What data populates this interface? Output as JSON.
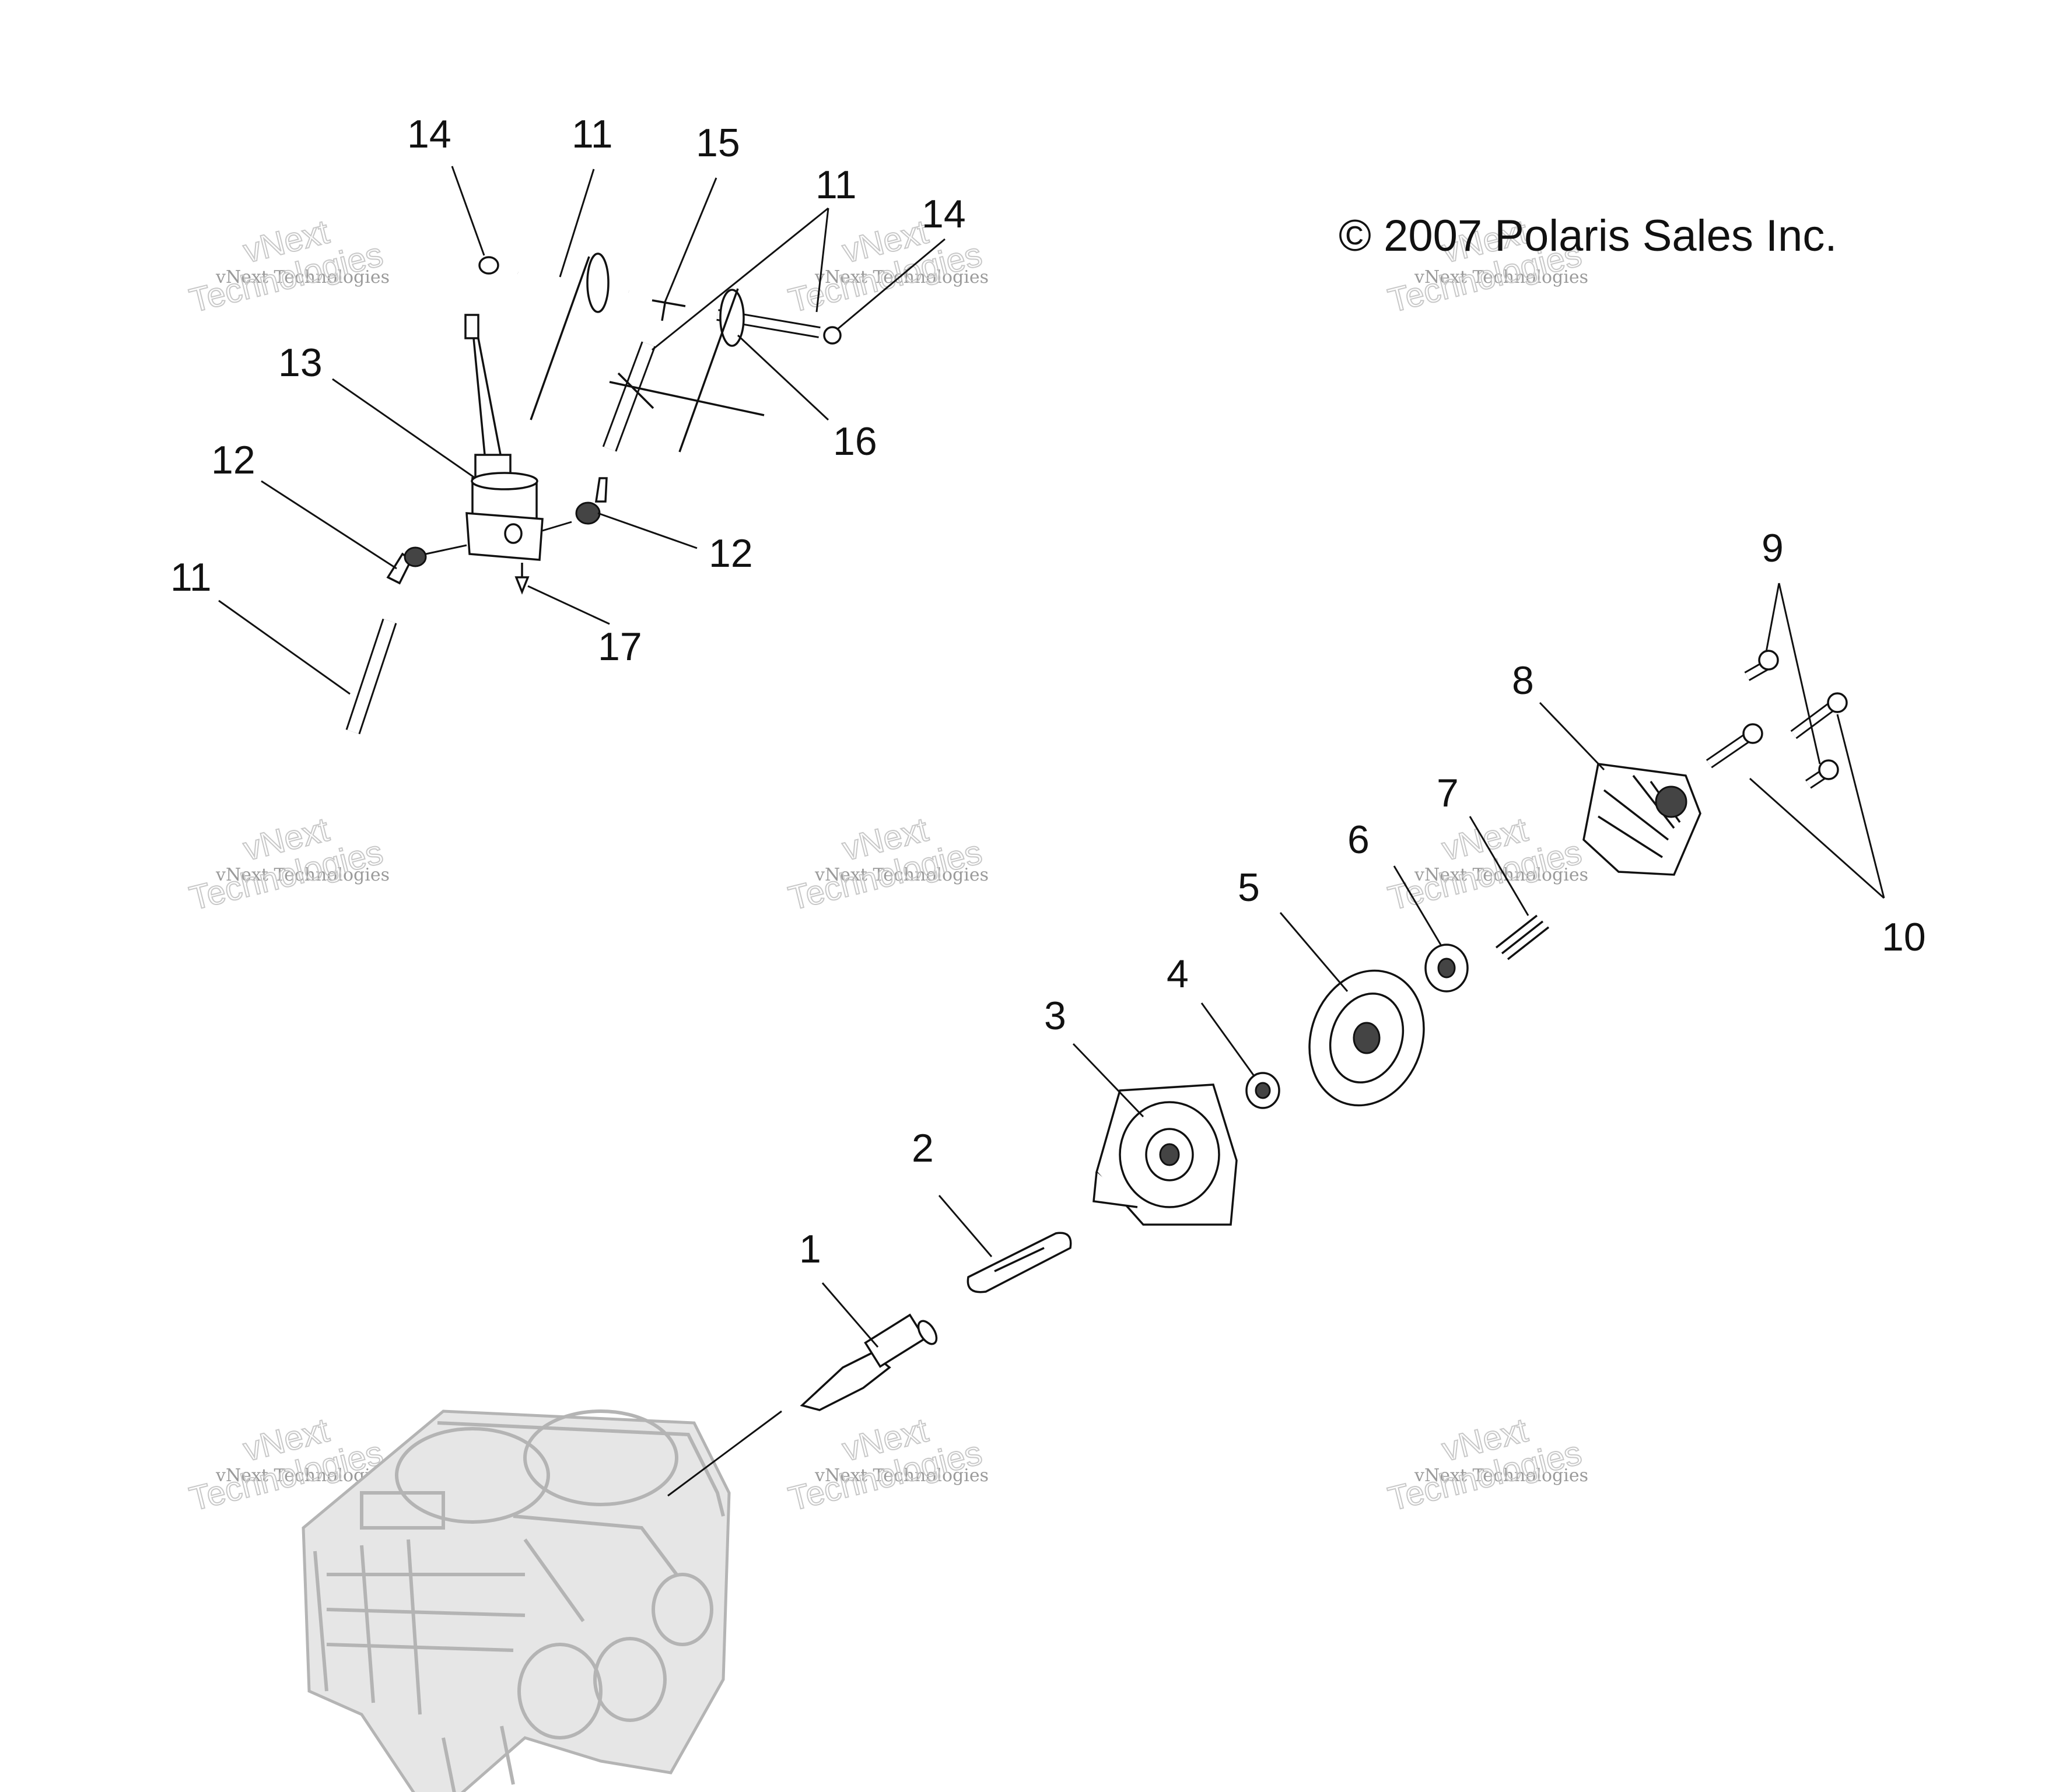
{
  "copyright": "© 2007 Polaris Sales Inc.",
  "watermark": {
    "line1": "vNext Technologies",
    "line2": "vNext",
    "line3": "Technologies"
  },
  "callouts": [
    {
      "id": "c14a",
      "label": "14"
    },
    {
      "id": "c11a",
      "label": "11"
    },
    {
      "id": "c15",
      "label": "15"
    },
    {
      "id": "c11b",
      "label": "11"
    },
    {
      "id": "c14b",
      "label": "14"
    },
    {
      "id": "c13",
      "label": "13"
    },
    {
      "id": "c16",
      "label": "16"
    },
    {
      "id": "c12a",
      "label": "12"
    },
    {
      "id": "c12b",
      "label": "12"
    },
    {
      "id": "c11c",
      "label": "11"
    },
    {
      "id": "c17",
      "label": "17"
    },
    {
      "id": "c9",
      "label": "9"
    },
    {
      "id": "c8",
      "label": "8"
    },
    {
      "id": "c7",
      "label": "7"
    },
    {
      "id": "c6",
      "label": "6"
    },
    {
      "id": "c5",
      "label": "5"
    },
    {
      "id": "c10",
      "label": "10"
    },
    {
      "id": "c4",
      "label": "4"
    },
    {
      "id": "c3",
      "label": "3"
    },
    {
      "id": "c2",
      "label": "2"
    },
    {
      "id": "c1",
      "label": "1"
    }
  ]
}
